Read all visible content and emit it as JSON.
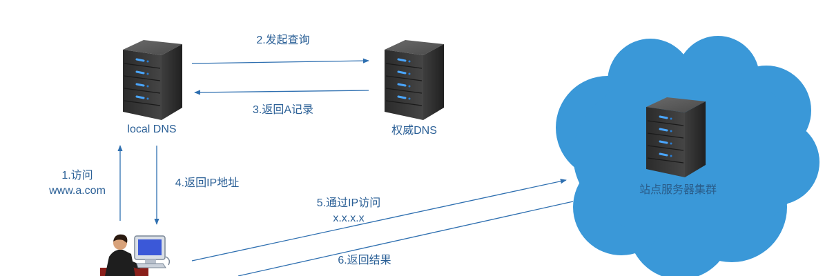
{
  "nodes": {
    "local_dns": "local DNS",
    "authoritative_dns": "权威DNS",
    "site_cluster": "站点服务器集群"
  },
  "steps": {
    "s1_line1": "1.访问",
    "s1_line2": "www.a.com",
    "s2": "2.发起查询",
    "s3": "3.返回A记录",
    "s4": "4.返回IP地址",
    "s5_line1": "5.通过IP访问",
    "s5_line2": "x.x.x.x",
    "s6": "6.返回结果"
  },
  "icons": {
    "server": "server-icon",
    "client": "user-at-computer-icon",
    "cloud": "cloud-icon"
  },
  "colors": {
    "arrow": "#2e6fb0",
    "label_text": "#2a5f96",
    "cloud_fill": "#3a98d8",
    "server_body": "#3a3a3a",
    "server_led": "#4aa6ff"
  }
}
